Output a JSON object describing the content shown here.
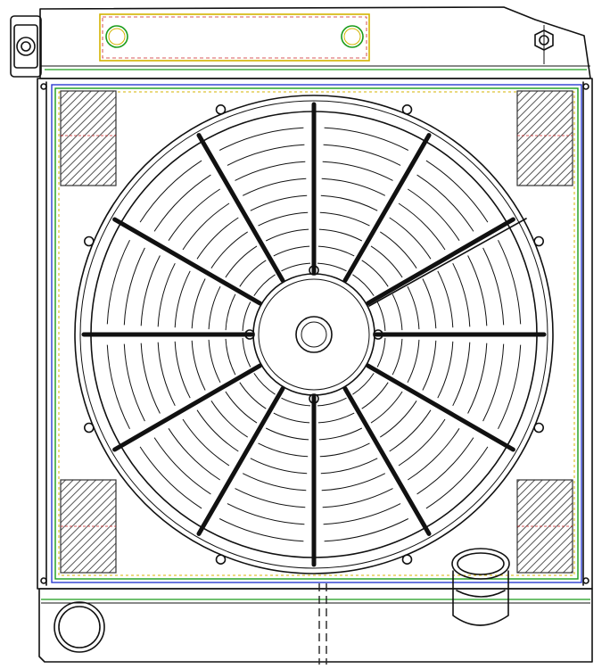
{
  "diagram": {
    "subject": "radiator-with-electric-fan",
    "colors": {
      "ink": "#111111",
      "outline_green": "#1a9c1a",
      "outline_blue": "#2b3bd1",
      "outline_yellow": "#d4b400",
      "outline_red": "#cc2222",
      "hatch": "#555555",
      "background": "#ffffff"
    },
    "fan": {
      "blade_count": 12,
      "shroud_mount_count": 8
    },
    "mount_pads": [
      "top-left",
      "top-right",
      "bottom-left",
      "bottom-right"
    ]
  }
}
